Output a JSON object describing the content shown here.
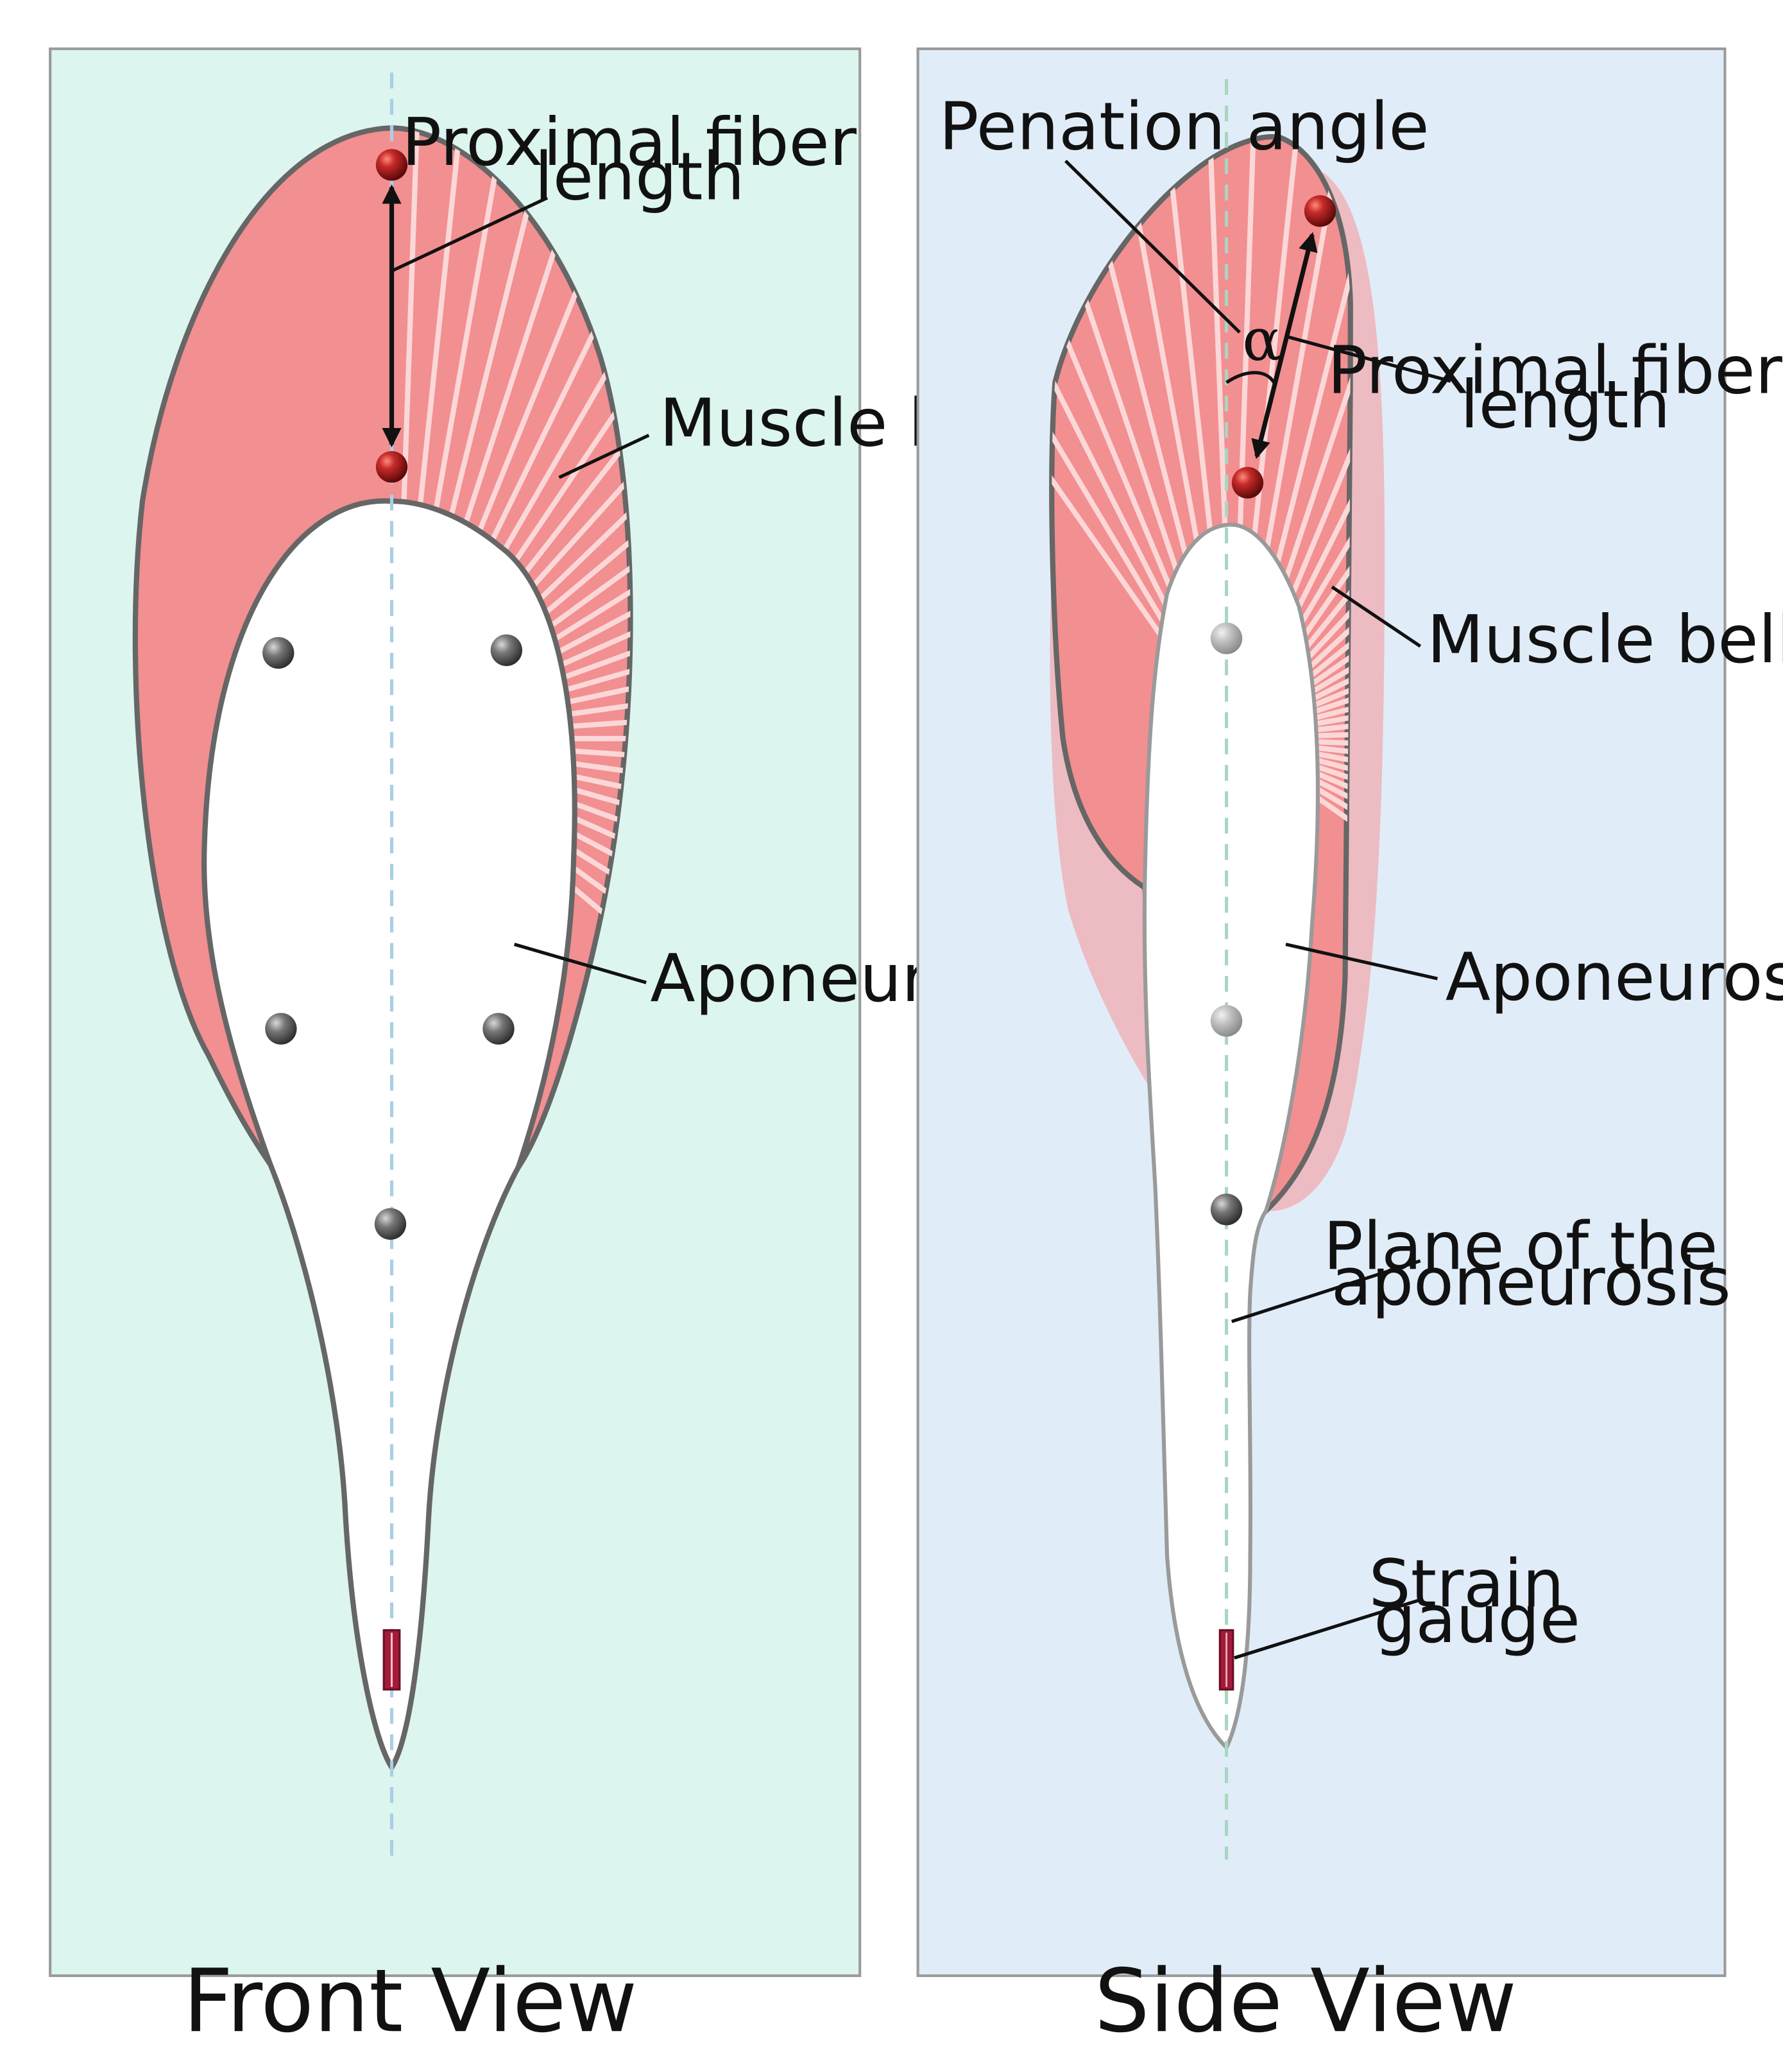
{
  "colors": {
    "front_panel_bg": "#dcf5ef",
    "side_panel_bg": "#e0edf8",
    "panel_border": "#9a9a9a",
    "muscle": "#f28f91",
    "muscle_shadow": "#ecbcc2",
    "fiber_lines": "#fbd7d7",
    "aponeurosis": "#ffffff",
    "outline": "#666666",
    "red_marker": "#9b1b1b",
    "gray_marker": "#6a6a6a",
    "strain_gauge": "#a31b3a",
    "midline_front": "#a9cfe6",
    "midline_side": "#a9d6c3"
  },
  "front_view": {
    "caption": "Front View",
    "labels": {
      "proximal_fiber_length": [
        "Proximal fiber",
        "length"
      ],
      "muscle_belly": "Muscle belly",
      "aponeurosis": "Aponeurosis"
    },
    "marker_counts": {
      "red": 2,
      "gray": 5,
      "strain_gauge": 1
    }
  },
  "side_view": {
    "caption": "Side View",
    "labels": {
      "penation_angle": "Penation angle",
      "angle_symbol": "α",
      "proximal_fiber_length": [
        "Proximal fiber",
        "length"
      ],
      "muscle_belly": "Muscle belly",
      "aponeurosis": "Aponeurosis",
      "plane_of_aponeurosis": [
        "Plane of the",
        "aponeurosis"
      ],
      "strain_gauge": [
        "Strain",
        "gauge"
      ]
    },
    "marker_counts": {
      "red": 2,
      "gray": 3,
      "strain_gauge": 1
    }
  }
}
